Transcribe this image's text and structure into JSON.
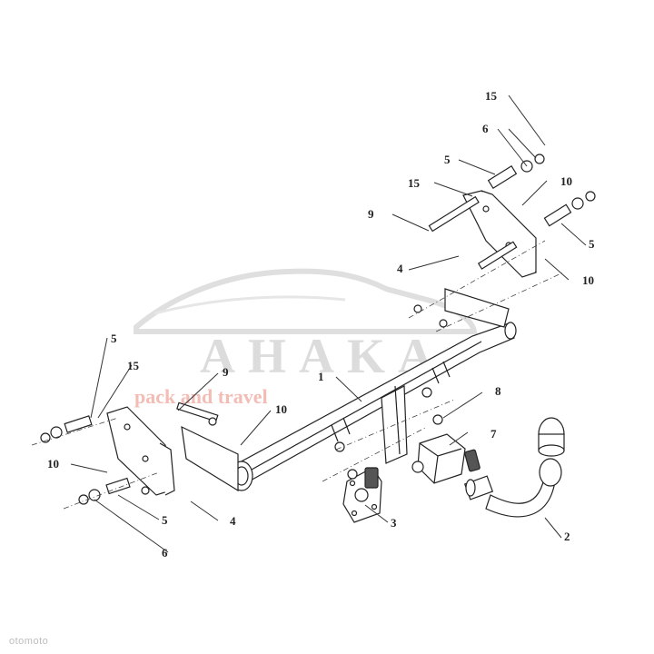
{
  "diagram": {
    "part_labels": [
      {
        "id": "l1",
        "text": "1"
      },
      {
        "id": "l2",
        "text": "2"
      },
      {
        "id": "l3",
        "text": "3"
      },
      {
        "id": "l4a",
        "text": "4"
      },
      {
        "id": "l4b",
        "text": "4"
      },
      {
        "id": "l5a",
        "text": "5"
      },
      {
        "id": "l5b",
        "text": "5"
      },
      {
        "id": "l5c",
        "text": "5"
      },
      {
        "id": "l5d",
        "text": "5"
      },
      {
        "id": "l6a",
        "text": "6"
      },
      {
        "id": "l6b",
        "text": "6"
      },
      {
        "id": "l7",
        "text": "7"
      },
      {
        "id": "l8",
        "text": "8"
      },
      {
        "id": "l9a",
        "text": "9"
      },
      {
        "id": "l9b",
        "text": "9"
      },
      {
        "id": "l10a",
        "text": "10"
      },
      {
        "id": "l10b",
        "text": "10"
      },
      {
        "id": "l10c",
        "text": "10"
      },
      {
        "id": "l10d",
        "text": "10"
      },
      {
        "id": "l15a",
        "text": "15"
      },
      {
        "id": "l15b",
        "text": "15"
      },
      {
        "id": "l15c",
        "text": "15"
      }
    ]
  },
  "watermark": {
    "brand": "AHAKA",
    "tagline": "pack and travel",
    "brand_color": "#d9d9d9",
    "tagline_color": "#f2b6ae"
  },
  "seller_tag": "otomoto"
}
